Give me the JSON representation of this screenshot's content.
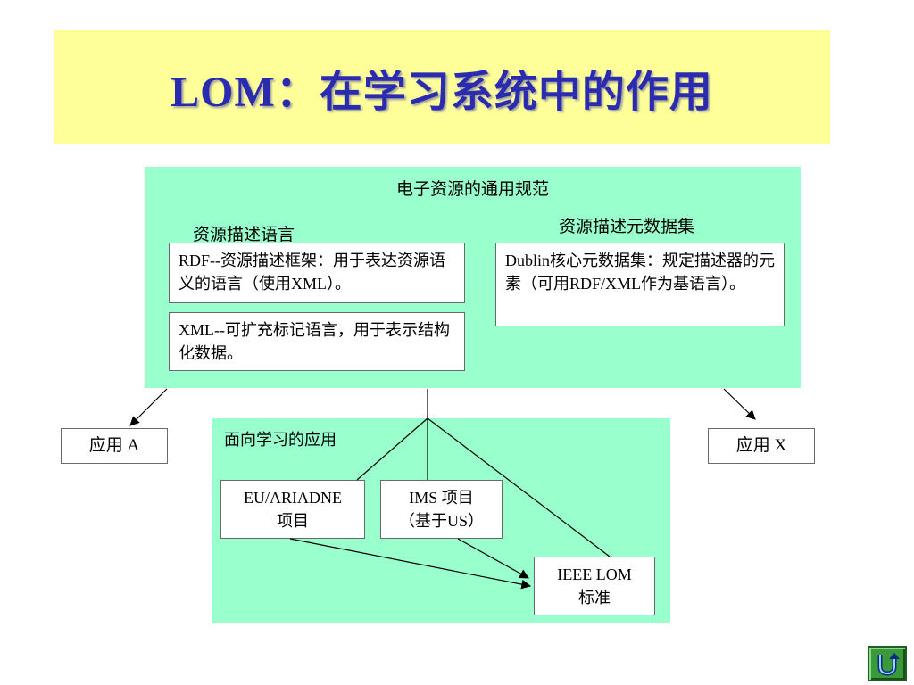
{
  "title": "LOM：在学习系统中的作用",
  "top_panel": {
    "heading": "电子资源的通用规范",
    "left_label": "资源描述语言",
    "right_label": "资源描述元数据集",
    "rdf_text": "RDF--资源描述框架：用于表达资源语义的语言（使用XML）。",
    "xml_text": "XML--可扩充标记语言，用于表示结构化数据。",
    "dublin_text": "Dublin核心元数据集：规定描述器的元素（可用RDF/XML作为基语言）。"
  },
  "app_a": "应用 A",
  "app_x": "应用 X",
  "bottom_panel": {
    "heading": "面向学习的应用",
    "ariadne_line1": "EU/ARIADNE",
    "ariadne_line2": "项目",
    "ims_line1": "IMS 项目",
    "ims_line2": "（基于US）",
    "ieee_line1": "IEEE LOM",
    "ieee_line2": "标准"
  },
  "nav_icon": "return-u-turn-icon",
  "colors": {
    "title_band": "#ffff99",
    "title_text": "#2b2bb0",
    "panel": "#99ffcc",
    "nav_button": "#3a9a3a"
  }
}
